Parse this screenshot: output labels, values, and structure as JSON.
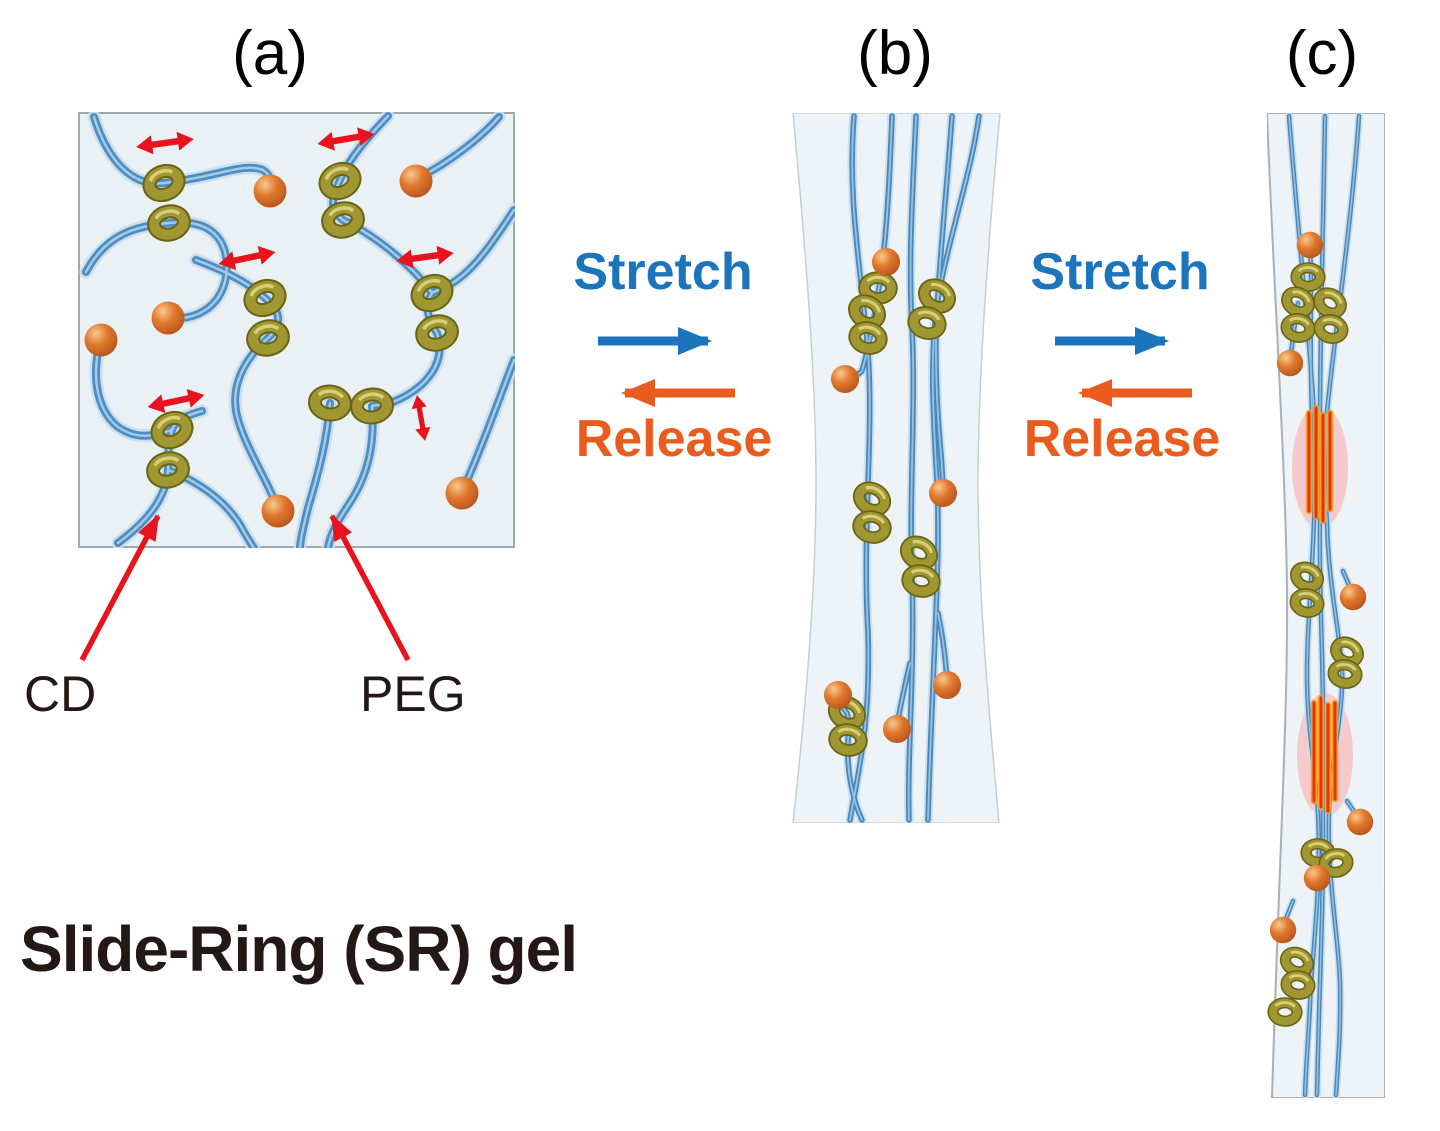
{
  "figure": {
    "panel_a_label": "(a)",
    "panel_b_label": "(b)",
    "panel_c_label": "(c)",
    "cd_label": "CD",
    "peg_label": "PEG",
    "caption": "Slide-Ring (SR) gel",
    "transitions": [
      {
        "stretch": "Stretch",
        "release": "Release"
      },
      {
        "stretch": "Stretch",
        "release": "Release"
      }
    ],
    "colors": {
      "stretch_blue": "#1b74bc",
      "release_orange": "#ea5b1e",
      "annotation_red": "#e8131c",
      "chain_blue": "#4d8ec3",
      "ring_olive": "#a09632",
      "bead_orange": "#e0792e",
      "panel_background": "#e9f1f4",
      "crystallite_pink": "#f6c9cd",
      "crystallite_bar_red": "#e5330f",
      "text_dark": "#231815"
    }
  }
}
